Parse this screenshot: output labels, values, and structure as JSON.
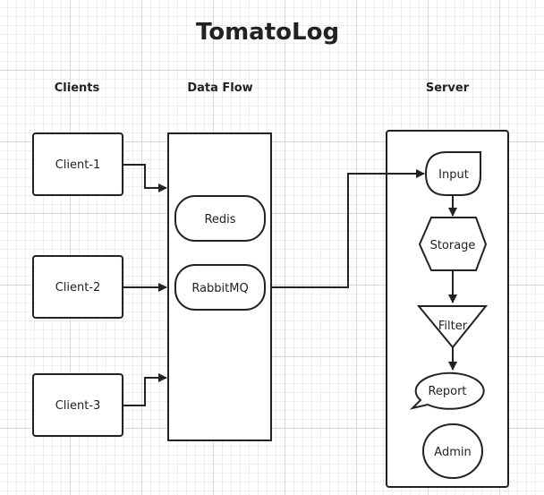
{
  "title": "TomatoLog",
  "columns": {
    "clients": "Clients",
    "data_flow": "Data Flow",
    "server": "Server"
  },
  "clients": [
    "Client-1",
    "Client-2",
    "Client-3"
  ],
  "data_flow_items": [
    "Redis",
    "RabbitMQ"
  ],
  "server_items": {
    "input": "Input",
    "storage": "Storage",
    "filter": "Filter",
    "report": "Report",
    "admin": "Admin"
  }
}
